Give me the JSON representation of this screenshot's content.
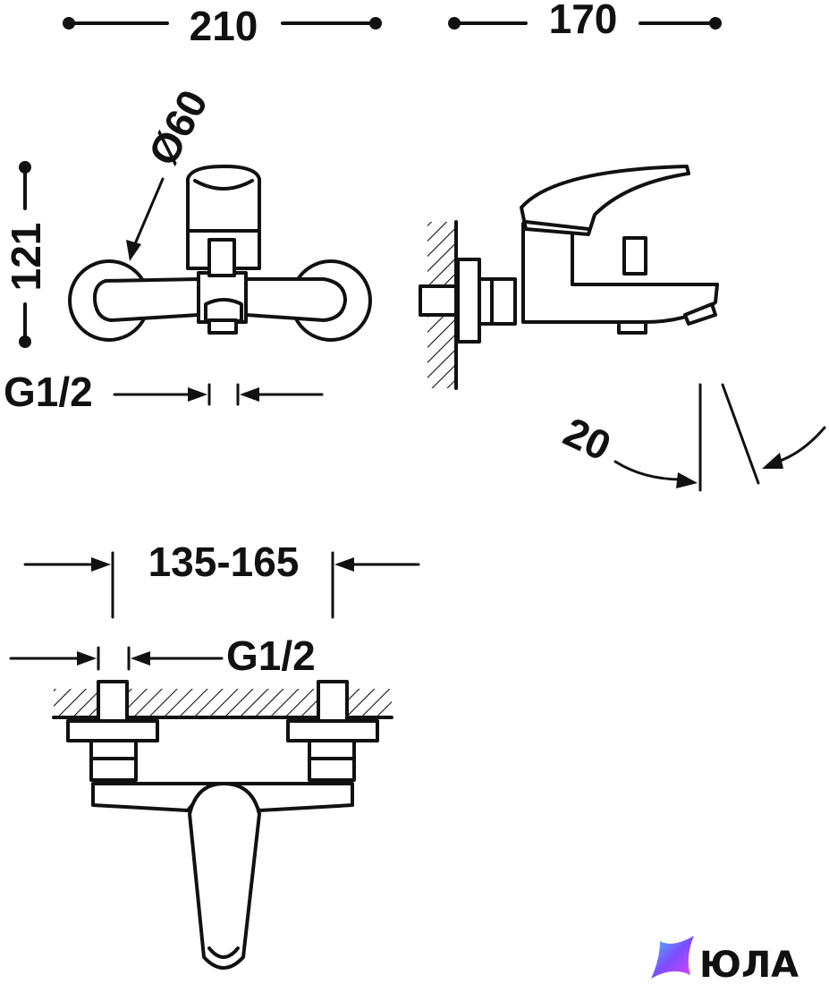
{
  "dimensions": {
    "front_width": "210",
    "side_depth": "170",
    "height": "121",
    "diameter": "Ø60",
    "thread_front": "G1/2",
    "angle": "20",
    "centers": "135-165",
    "thread_top": "G1/2"
  },
  "brand": {
    "name": "ЮЛА"
  }
}
